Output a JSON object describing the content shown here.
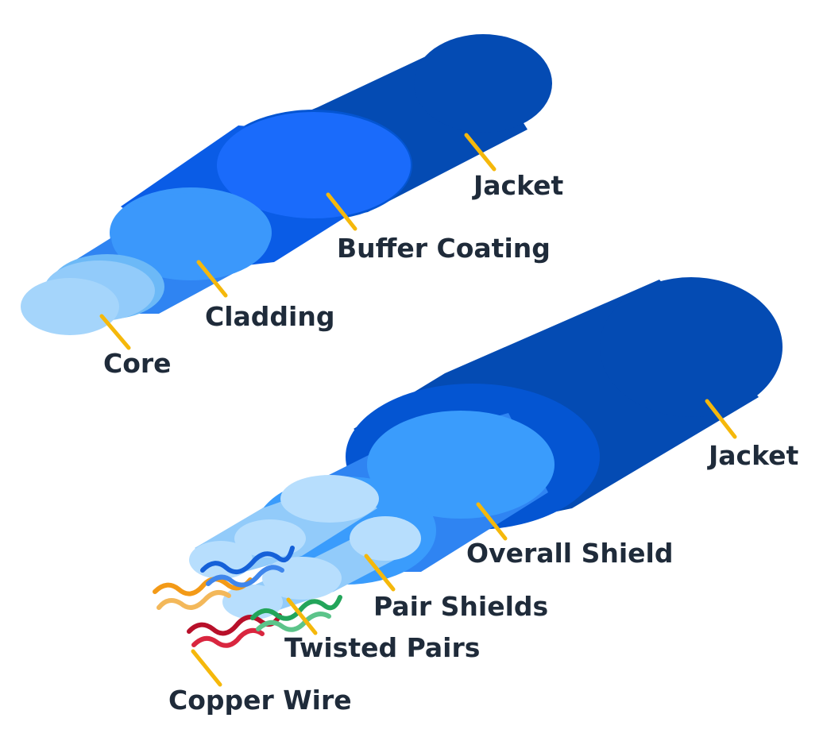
{
  "diagrams": [
    {
      "labels": {
        "jacket": "Jacket",
        "buffer": "Buffer Coating",
        "cladding": "Cladding",
        "core": "Core"
      }
    },
    {
      "labels": {
        "jacket": "Jacket",
        "overall_shield": "Overall Shield",
        "pair_shields": "Pair Shields",
        "twisted_pairs": "Twisted Pairs",
        "copper_wire": "Copper Wire"
      }
    }
  ],
  "colors": {
    "jacket_body": "#044bb3",
    "jacket_face": "#0455d2",
    "buffer_body": "#0a5ce6",
    "buffer_face": "#1a6bfb",
    "cladding_body": "#2f84f2",
    "cladding_face": "#3b98fb",
    "core_body": "#6cb9f7",
    "core_face": "#a5d5fb",
    "shield_face": "#3a9cfc",
    "pair_shield": "#92cbfa",
    "pair_shield_face": "#b7defd",
    "leader": "#f5b80b",
    "text": "#1f2b3a",
    "wire_orange": "#f39a17",
    "wire_blue": "#1560d8",
    "wire_red": "#b8102a",
    "wire_green": "#23a55a"
  }
}
